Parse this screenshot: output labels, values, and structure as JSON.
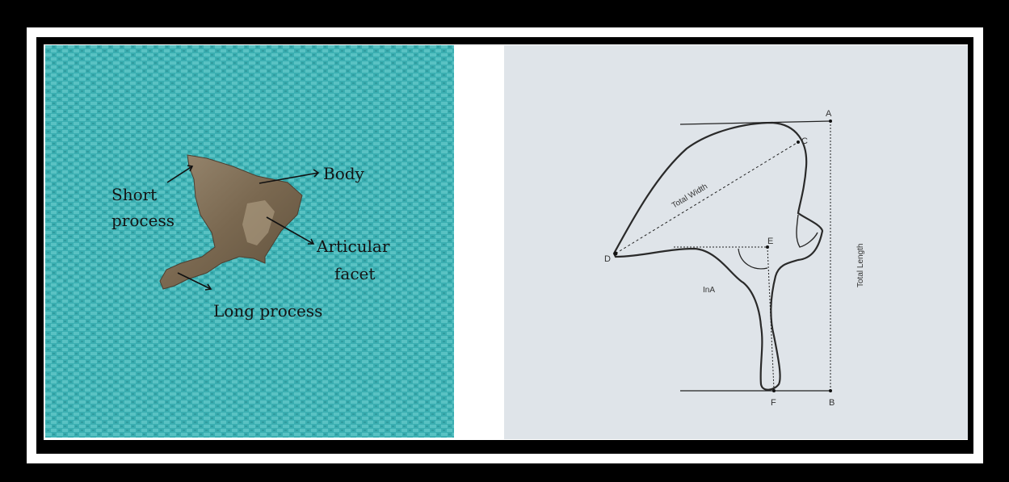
{
  "figure": {
    "photo_panel": {
      "labels": {
        "short_process_line1": "Short",
        "short_process_line2": "process",
        "body": "Body",
        "articular_facet_line1": "Articular",
        "articular_facet_line2": "facet",
        "long_process": "Long process"
      },
      "background_color": "#3bb2b4",
      "bone_color": "#7b6a52"
    },
    "drawing_panel": {
      "points": {
        "a": "A",
        "b": "B",
        "c": "C",
        "d": "D",
        "e": "E",
        "f": "F"
      },
      "measurements": {
        "total_width": "Total Width",
        "total_length": "Total Length",
        "angle": "InA"
      },
      "background_color": "#dde3e8"
    }
  }
}
